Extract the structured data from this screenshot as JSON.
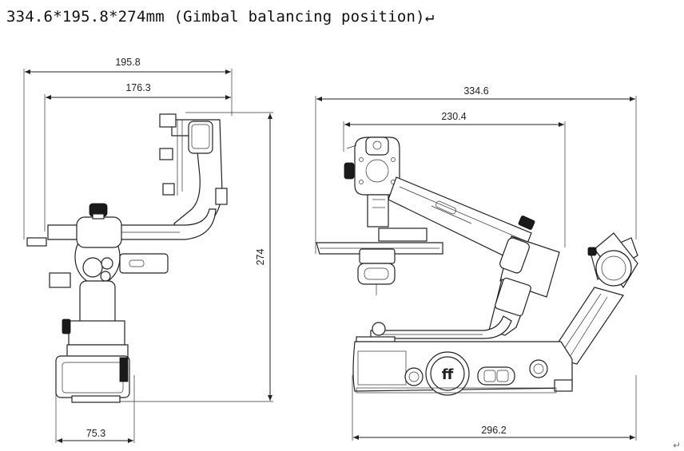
{
  "title": "334.6*195.8*274mm (Gimbal balancing position)↵",
  "end_mark": "↵",
  "side_view": {
    "dim_overall_width": "195.8",
    "dim_inner_width": "176.3",
    "dim_height": "274",
    "dim_base_width": "75.3"
  },
  "front_view": {
    "dim_overall_width": "334.6",
    "dim_arm_width": "230.4",
    "dim_base_width": "296.2"
  }
}
